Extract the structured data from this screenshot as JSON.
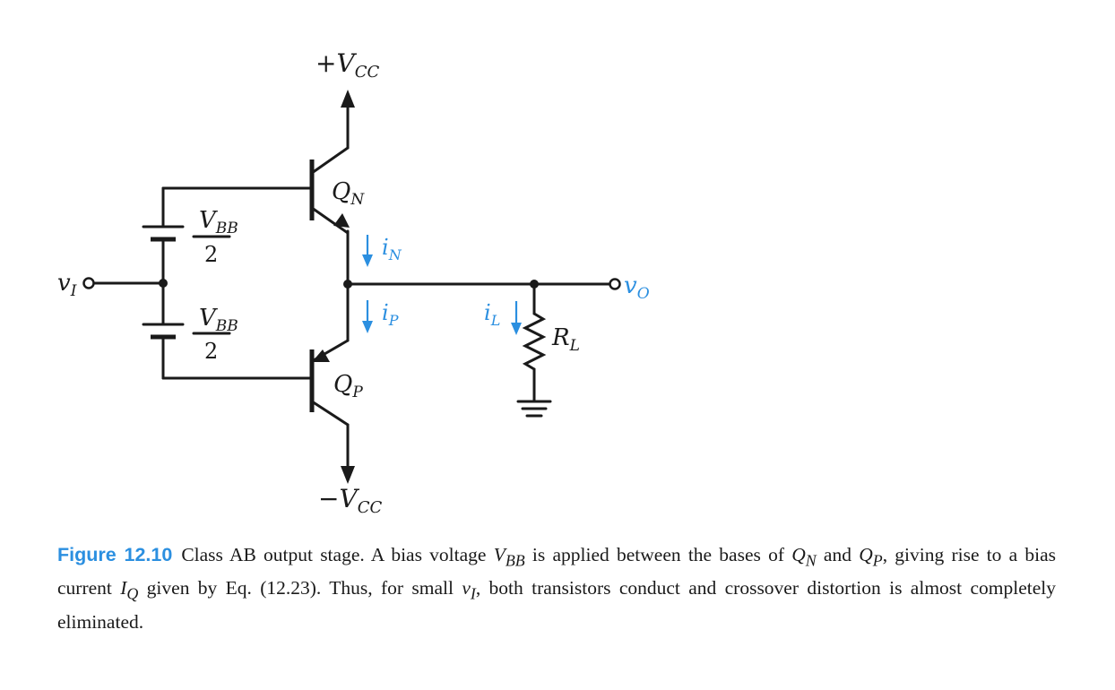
{
  "labels": {
    "vcc_pos": "+V",
    "vcc_neg": "−V",
    "cc_sub": "CC",
    "qn": "Q",
    "qn_sub": "N",
    "qp": "Q",
    "qp_sub": "P",
    "vbb": "V",
    "vbb_sub": "BB",
    "half_denominator": "2",
    "vi": "v",
    "vi_sub": "I",
    "vo": "v",
    "vo_sub": "O",
    "in": "i",
    "in_sub": "N",
    "ip": "i",
    "ip_sub": "P",
    "il": "i",
    "il_sub": "L",
    "rl": "R",
    "rl_sub": "L"
  },
  "colors": {
    "accent": "#2b8fe0",
    "ink": "#1a1a1a"
  },
  "caption": {
    "figure_label": "Figure 12.10",
    "p1": "Class AB output stage. A bias voltage ",
    "v": "V",
    "bb": "BB",
    "p2": " is applied between the bases of ",
    "q1": "Q",
    "n": "N",
    "p3": " and ",
    "q2": "Q",
    "p": "P",
    "p4": ", giving rise to a bias current ",
    "i": "I",
    "q": "Q",
    "p5": " given by Eq. (12.23). Thus, for small ",
    "vi": "v",
    "isub": "I",
    "p6": ", both transistors conduct and crossover distortion is almost completely eliminated."
  }
}
